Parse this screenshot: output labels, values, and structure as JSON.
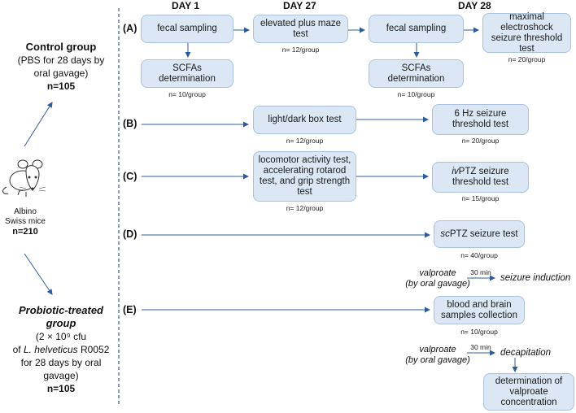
{
  "days": [
    "DAY 1",
    "DAY 27",
    "DAY 28"
  ],
  "control": {
    "title": "Control group",
    "line1": "(PBS for 28 days by",
    "line2": "oral gavage)",
    "n": "n=105"
  },
  "mouse": {
    "line1": "Albino",
    "line2": "Swiss mice",
    "n": "n=210"
  },
  "probiotic": {
    "title1": "Probiotic-treated",
    "title2": "group",
    "line1": "(2 × 10⁹ cfu",
    "line2_pre": "of ",
    "line2_italic": "L. helveticus",
    "line2_post": " R0052",
    "line3": "for 28 days by oral",
    "line4": "gavage)",
    "n": "n=105"
  },
  "rows": {
    "A": {
      "label": "(A)",
      "fecal1": "fecal sampling",
      "scfa1": "SCFAs determination",
      "scfa1_n": "n= 10/group",
      "epm": "elevated plus maze test",
      "epm_n": "n= 12/group",
      "fecal2": "fecal sampling",
      "scfa2": "SCFAs determination",
      "scfa2_n": "n= 10/group",
      "mes": "maximal electroshock seizure threshold test",
      "mes_n": "n= 20/group"
    },
    "B": {
      "label": "(B)",
      "ldb": "light/dark box test",
      "ldb_n": "n= 12/group",
      "hz": "6 Hz seizure threshold test",
      "hz_n": "n= 20/group"
    },
    "C": {
      "label": "(C)",
      "loco": "locomotor activity test, accelerating rotarod test, and grip strength test",
      "loco_n": "n= 12/group",
      "iv_pre": "iv",
      "iv_post": "PTZ seizure threshold test",
      "iv_n": "n= 15/group"
    },
    "D": {
      "label": "(D)",
      "sc_pre": "sc",
      "sc_post": "PTZ seizure test",
      "sc_n": "n= 40/group",
      "valp1": "valproate",
      "valp2": "(by oral gavage)",
      "time": "30 min",
      "induction": "seizure induction"
    },
    "E": {
      "label": "(E)",
      "blood": "blood and brain samples collection",
      "blood_n": "n= 10/group",
      "valp1": "valproate",
      "valp2": "(by oral gavage)",
      "time": "30 min",
      "decap": "decapitation",
      "det": "determination of valproate concentration"
    }
  },
  "colors": {
    "box_fill": "#dbe7f4",
    "box_border": "#a9c2dd",
    "arrow": "#2e5c9a",
    "divider": "#2e5c9a"
  }
}
